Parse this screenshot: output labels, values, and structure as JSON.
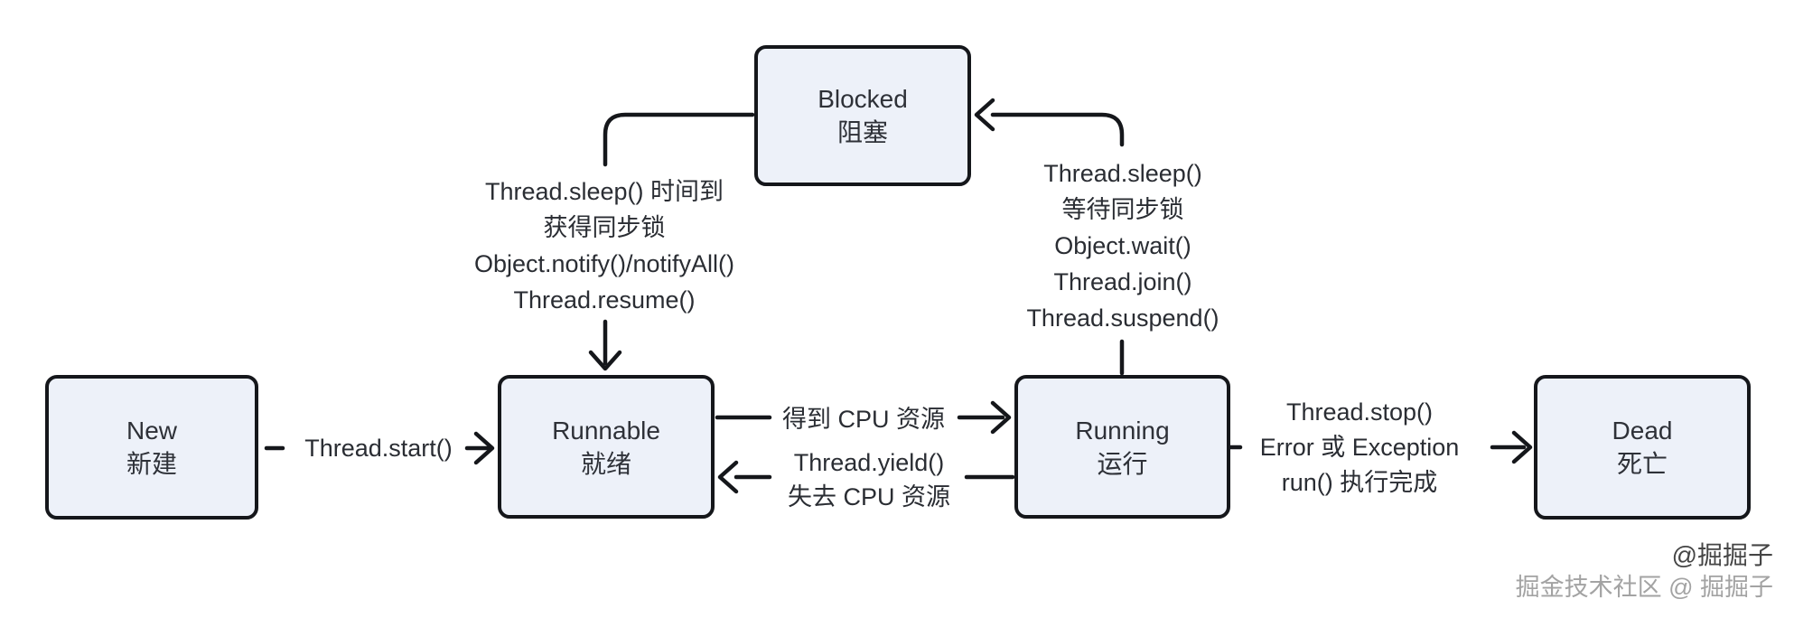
{
  "diagram": {
    "title_hint": "Java thread state transition diagram",
    "nodes": {
      "new": {
        "title": "New",
        "subtitle": "新建"
      },
      "runnable": {
        "title": "Runnable",
        "subtitle": "就绪"
      },
      "running": {
        "title": "Running",
        "subtitle": "运行"
      },
      "blocked": {
        "title": "Blocked",
        "subtitle": "阻塞"
      },
      "dead": {
        "title": "Dead",
        "subtitle": "死亡"
      }
    },
    "edge_labels": {
      "new_to_runnable": {
        "lines": [
          "Thread.start()"
        ]
      },
      "runnable_to_running": {
        "lines": [
          "得到 CPU 资源"
        ]
      },
      "running_to_runnable": {
        "lines": [
          "Thread.yield()",
          "失去 CPU 资源"
        ]
      },
      "running_to_dead": {
        "lines": [
          "Thread.stop()",
          "Error 或 Exception",
          "run() 执行完成"
        ]
      },
      "blocked_to_runnable": {
        "lines": [
          "Thread.sleep() 时间到",
          "获得同步锁",
          "Object.notify()/notifyAll()",
          "Thread.resume()"
        ]
      },
      "running_to_blocked": {
        "lines": [
          "Thread.sleep()",
          "等待同步锁",
          "Object.wait()",
          "Thread.join()",
          "Thread.suspend()"
        ]
      }
    },
    "colors": {
      "background": "#ffffff",
      "node_fill": "#edf1f9",
      "node_border": "#15171b",
      "edge_line": "#15171b",
      "text": "#2e3138",
      "watermark_primary": "#454545",
      "watermark_secondary": "#a3a3a3"
    }
  },
  "watermark": {
    "line1": "@掘掘子",
    "line2": "掘金技术社区 @ 掘掘子"
  }
}
